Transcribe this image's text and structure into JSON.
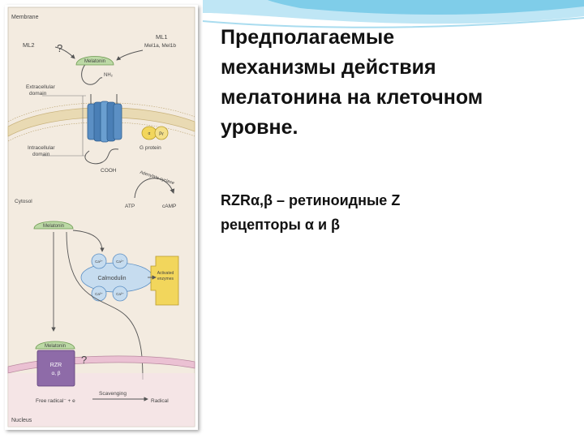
{
  "slide": {
    "title_lines": [
      "Предполагаемые",
      "механизмы действия",
      "мелатонина на клеточном",
      "уровне."
    ],
    "body_lines": [
      "RZRα,β – ретиноидные Z",
      "рецепторы α и β"
    ]
  },
  "figure": {
    "membrane": "Membrane",
    "ml2": "ML2",
    "question_top": "?",
    "ml1_line1": "ML1",
    "ml1_line2": "Mel1a, Mel1b",
    "melatonin_top": "Melatonin",
    "nh2": "NH₂",
    "extracellular_line1": "Extracellular",
    "extracellular_line2": "domain",
    "intracellular_line1": "Intracellular",
    "intracellular_line2": "domain",
    "cooh": "COOH",
    "g_protein": "G protein",
    "adenylate_cyclase": "Adenylate cyclase",
    "atp": "ATP",
    "camp": "cAMP",
    "cytosol": "Cytosol",
    "melatonin_mid": "Melatonin",
    "ca": "Ca²⁺",
    "calmodulin": "Calmodulin",
    "activated_line1": "Activated",
    "activated_line2": "enzymes",
    "melatonin_bottom": "Melatonin",
    "rzr_line1": "RZR",
    "rzr_line2": "α, β",
    "question_bottom": "?",
    "free_radical": "Free radical⁻ + e",
    "scavenging": "Scavenging",
    "radical": "Radical",
    "nucleus": "Nucleus"
  },
  "colors": {
    "wave_light": "#bfe6f5",
    "wave_mid": "#7fcde9",
    "panel_bg": "#f3ebe0",
    "membrane": "#e9dab3",
    "receptor_blue": "#5b8fc4",
    "melatonin_green": "#bcd9a5",
    "calcium_blue": "#c6dcef",
    "enzyme_yellow": "#f2d65c",
    "nucleus_pink": "#ebc1d3",
    "rzr_purple": "#8e6ba8"
  }
}
